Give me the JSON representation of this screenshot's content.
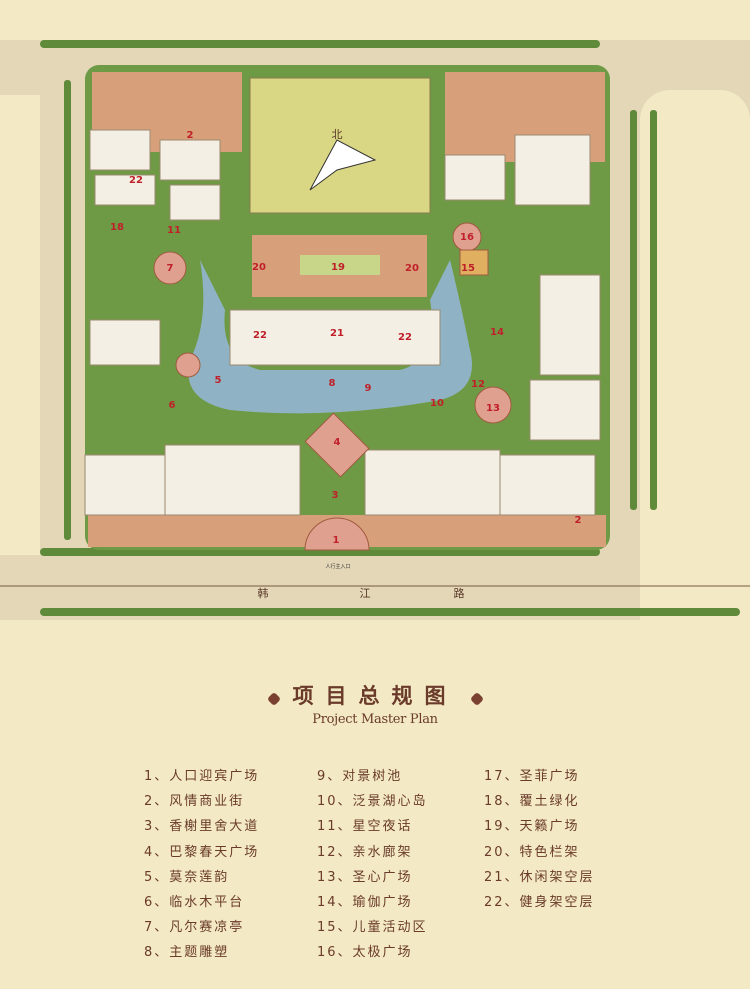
{
  "map": {
    "north_label": "北",
    "road_name": [
      "韩",
      "江",
      "路"
    ],
    "entrance_label": "人行主入口",
    "labels": [
      "1",
      "2",
      "2",
      "3",
      "4",
      "5",
      "6",
      "7",
      "8",
      "9",
      "10",
      "11",
      "12",
      "13",
      "14",
      "15",
      "16",
      "18",
      "19",
      "20",
      "20",
      "21",
      "22",
      "22",
      "22"
    ]
  },
  "title": {
    "cn": "项目总规图",
    "en": "Project Master Plan"
  },
  "legend": {
    "col1": [
      "1、人口迎宾广场",
      "2、风情商业街",
      "3、香榭里舍大道",
      "4、巴黎春天广场",
      "5、莫奈莲韵",
      "6、临水木平台",
      "7、凡尔赛凉亭",
      "8、主题雕塑"
    ],
    "col2": [
      "9、对景树池",
      "10、泛景湖心岛",
      "11、星空夜话",
      "12、亲水廊架",
      "13、圣心广场",
      "14、瑜伽广场",
      "15、儿童活动区",
      "16、太极广场"
    ],
    "col3": [
      "17、圣菲广场",
      "18、覆土绿化",
      "19、天籁广场",
      "20、特色栏架",
      "21、休闲架空层",
      "22、健身架空层"
    ]
  },
  "colors": {
    "background": "#f3e9c4",
    "text": "#6a3b2a",
    "label": "#c0202a",
    "water": "#8fb3c4",
    "green": "#6f9a45"
  }
}
